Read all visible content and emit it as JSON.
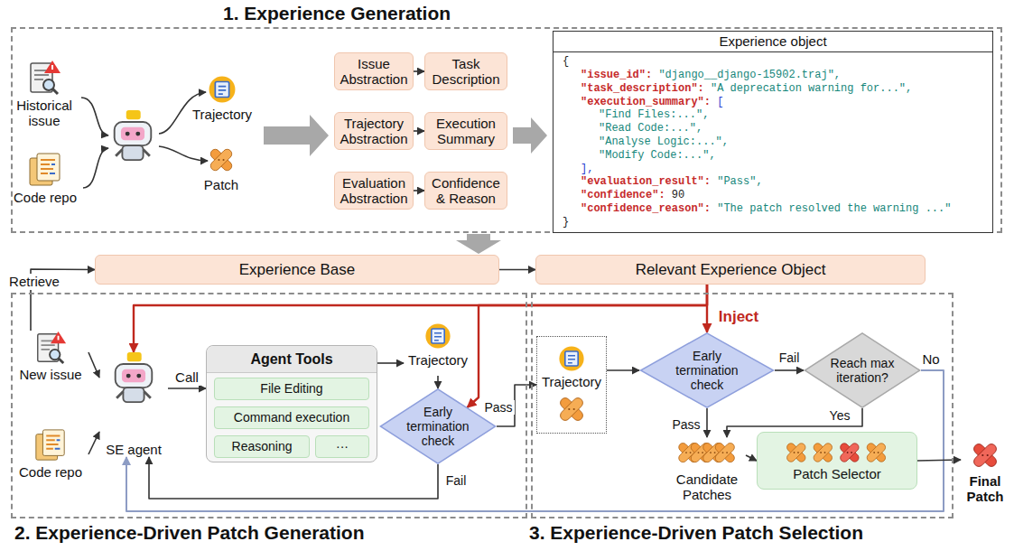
{
  "diagram": {
    "nodes": [
      {
        "text": [
          "1. Experience Generation"
        ]
      },
      {
        "text": [
          "Historical issue"
        ],
        "in": 0
      },
      {
        "text": [
          "Code repo"
        ],
        "in": 0
      },
      {
        "text": [
          "Trajectory"
        ],
        "in": 0
      },
      {
        "text": [
          "Patch"
        ],
        "in": 0
      },
      {
        "text": [
          "Issue Abstraction"
        ],
        "in": 0
      },
      {
        "text": [
          "Task Description"
        ],
        "in": 0
      },
      {
        "text": [
          "Trajectory Abstraction"
        ],
        "in": 0
      },
      {
        "text": [
          "Execution Summary"
        ],
        "in": 0
      },
      {
        "text": [
          "Evaluation Abstraction"
        ],
        "in": 0
      },
      {
        "text": [
          "Confidence & Reason"
        ],
        "in": 0
      },
      {
        "text": [
          "Experience object",
          "{",
          "\"issue_id\":",
          "\"django__django-15902.traj\",",
          "\"task_description\":",
          "\"A deprecation warning for...\",",
          "\"execution_summary\":",
          "[",
          "\"Find Files:...\",",
          "\"Read Code:...\",",
          "\"Analyse Logic:...\",",
          "\"Modify Code:...\",",
          "],",
          "\"evaluation_result\":",
          "\"Pass\",",
          "\"confidence\":",
          "90",
          "\"confidence_reason\":",
          "\"The patch resolved the warning ...\"",
          "}"
        ],
        "in": 0
      },
      {
        "text": [
          "Experience Base"
        ]
      },
      {
        "text": [
          "Relevant Experience Object"
        ]
      },
      {
        "text": [
          "2. Experience-Driven Patch Generation"
        ]
      },
      {
        "text": [
          "New issue"
        ],
        "in": 14
      },
      {
        "text": [
          "Code repo"
        ],
        "in": 14
      },
      {
        "text": [
          "SE agent"
        ],
        "in": 14
      },
      {
        "text": [
          "Agent Tools"
        ],
        "in": 14
      },
      {
        "text": [
          "File Editing"
        ],
        "in": 18
      },
      {
        "text": [
          "Command execution"
        ],
        "in": 18
      },
      {
        "text": [
          "Reasoning"
        ],
        "in": 18
      },
      {
        "text": [
          "···"
        ],
        "in": 18
      },
      {
        "text": [
          "Trajectory"
        ],
        "in": 14
      },
      {
        "text": [
          "Early termination check"
        ],
        "in": 14
      },
      {
        "text": [
          "3. Experience-Driven Patch Selection"
        ]
      },
      {
        "text": [
          "Trajectory"
        ],
        "in": 25
      },
      {
        "text": [
          "Early termination check"
        ],
        "in": 25
      },
      {
        "text": [
          "Reach max iteration?"
        ],
        "in": 25
      },
      {
        "text": [
          "Candidate Patches"
        ],
        "in": 25
      },
      {
        "text": [
          "Patch Selector"
        ],
        "in": 25
      },
      {
        "text": [
          "Final Patch"
        ]
      }
    ],
    "edges": [
      {
        "from": 5,
        "to": 6,
        "arrow": "to"
      },
      {
        "from": 7,
        "to": 8,
        "arrow": "to"
      },
      {
        "from": 9,
        "to": 10,
        "arrow": "to"
      },
      {
        "from": 12,
        "to": 13,
        "arrow": "to"
      },
      {
        "from": 15,
        "to": 12,
        "label": "Retrieve",
        "arrow": "to"
      },
      {
        "from": 13,
        "to": 17,
        "arrow": "to"
      },
      {
        "from": 13,
        "to": 24,
        "arrow": "to"
      },
      {
        "from": 13,
        "to": 27,
        "arrow": "to"
      },
      {
        "from": 15,
        "to": 17,
        "arrow": "to"
      },
      {
        "from": 16,
        "to": 17,
        "arrow": "to"
      },
      {
        "from": 17,
        "to": 18,
        "label": "Call",
        "arrow": "to"
      },
      {
        "from": 18,
        "to": 23,
        "arrow": "to"
      },
      {
        "from": 23,
        "to": 24,
        "arrow": "to"
      },
      {
        "from": 24,
        "to": 17,
        "label": "Fail",
        "arrow": "to"
      },
      {
        "from": 24,
        "to": 26,
        "label": "Pass",
        "arrow": "to"
      },
      {
        "from": 26,
        "to": 27,
        "arrow": "to"
      },
      {
        "from": 27,
        "to": 28,
        "label": "Fail",
        "arrow": "to"
      },
      {
        "from": 27,
        "to": 29,
        "label": "Pass",
        "arrow": "to"
      },
      {
        "from": 28,
        "to": 29,
        "label": "Yes",
        "arrow": "to"
      },
      {
        "from": 28,
        "to": 17,
        "label": "No",
        "arrow": "to"
      },
      {
        "from": 29,
        "to": 30,
        "arrow": "to"
      },
      {
        "from": 30,
        "to": 31,
        "arrow": "to"
      }
    ],
    "labels": [
      "Inject"
    ]
  }
}
